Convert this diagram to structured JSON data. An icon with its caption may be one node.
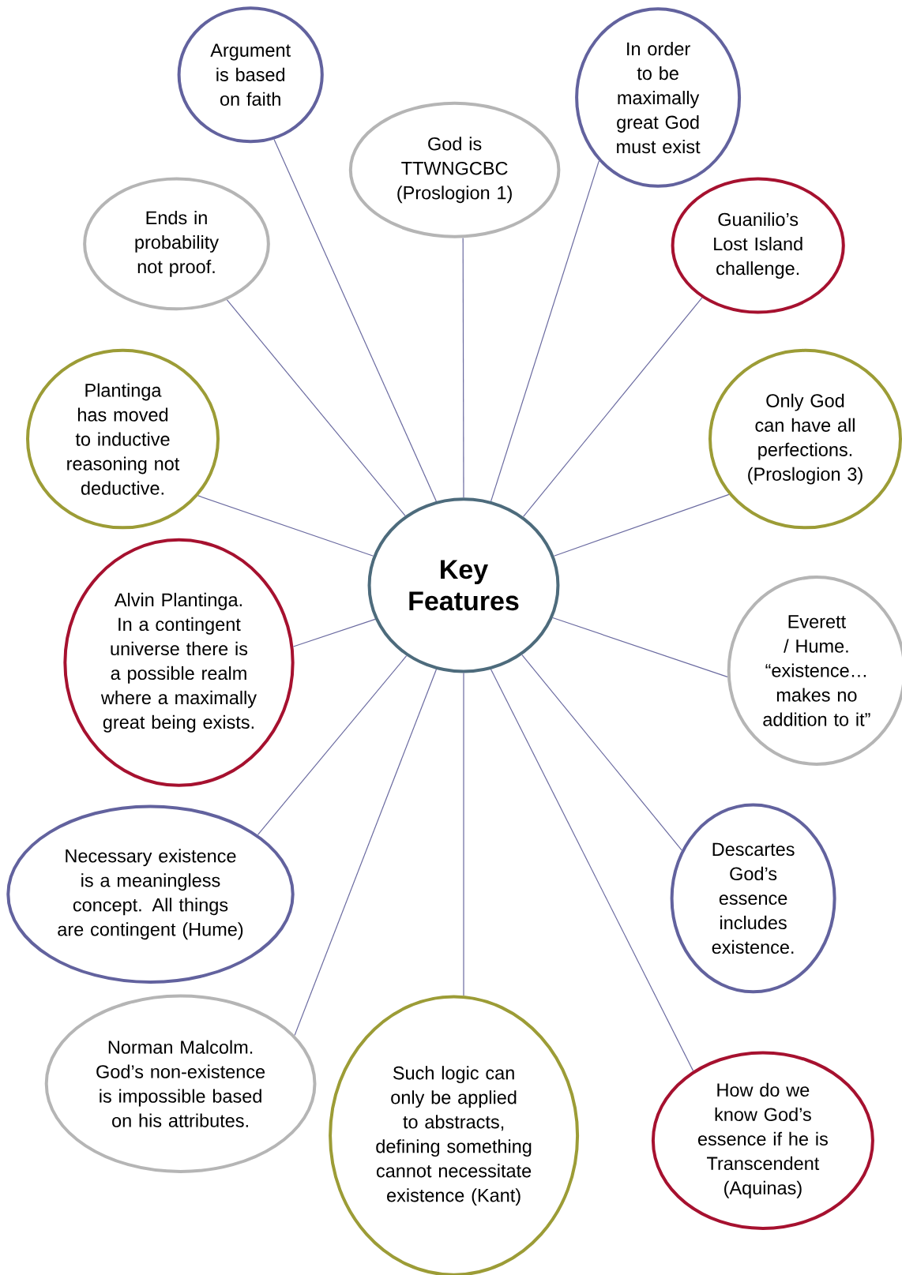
{
  "diagram": {
    "nodes": [
      {
        "text": [
          "Key Features"
        ]
      },
      {
        "text": [
          "Argument is based on faith"
        ]
      },
      {
        "text": [
          "God is TTWNGCBC (Proslogion 1)"
        ]
      },
      {
        "text": [
          "In order to be maximally great God must exist"
        ]
      },
      {
        "text": [
          "Ends in probability not proof."
        ]
      },
      {
        "text": [
          "Guanilio’s Lost Island challenge."
        ]
      },
      {
        "text": [
          "Plantinga has moved to inductive reasoning not deductive."
        ]
      },
      {
        "text": [
          "Only God can have all perfections. (Proslogion 3)"
        ]
      },
      {
        "text": [
          "Alvin Plantinga. In a contingent universe there is a possible realm where a maximally great being exists."
        ]
      },
      {
        "text": [
          "Everett / Hume. “existence… makes no addition to it”"
        ]
      },
      {
        "text": [
          "Necessary existence is a meaningless concept. All things are contingent (Hume)"
        ]
      },
      {
        "text": [
          "Descartes God’s essence includes existence."
        ]
      },
      {
        "text": [
          "Norman Malcolm. God’s non-existence is impossible based on his attributes."
        ]
      },
      {
        "text": [
          "Such logic can only be applied to abstracts, defining something cannot necessitate existence (Kant)"
        ]
      },
      {
        "text": [
          "How do we know God’s essence if he is Transcendent (Aquinas)"
        ]
      }
    ],
    "edges": [
      {
        "from": 0,
        "to": 1,
        "arrow": "none"
      },
      {
        "from": 0,
        "to": 2,
        "arrow": "none"
      },
      {
        "from": 0,
        "to": 3,
        "arrow": "none"
      },
      {
        "from": 0,
        "to": 4,
        "arrow": "none"
      },
      {
        "from": 0,
        "to": 5,
        "arrow": "none"
      },
      {
        "from": 0,
        "to": 6,
        "arrow": "none"
      },
      {
        "from": 0,
        "to": 7,
        "arrow": "none"
      },
      {
        "from": 0,
        "to": 8,
        "arrow": "none"
      },
      {
        "from": 0,
        "to": 9,
        "arrow": "none"
      },
      {
        "from": 0,
        "to": 10,
        "arrow": "none"
      },
      {
        "from": 0,
        "to": 11,
        "arrow": "none"
      },
      {
        "from": 0,
        "to": 12,
        "arrow": "none"
      },
      {
        "from": 0,
        "to": 13,
        "arrow": "none"
      },
      {
        "from": 0,
        "to": 14,
        "arrow": "none"
      }
    ]
  }
}
